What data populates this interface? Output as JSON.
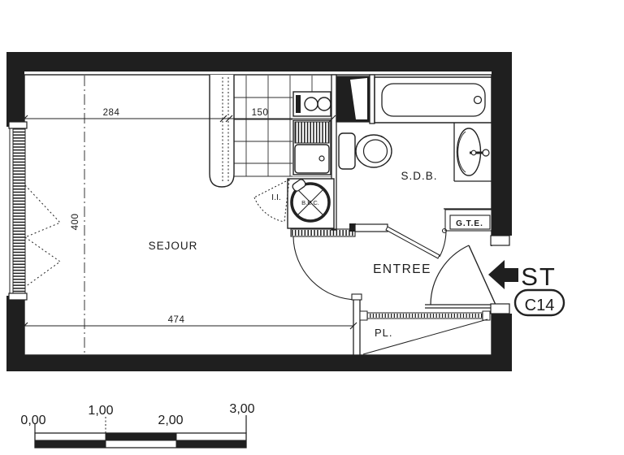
{
  "floorplan": {
    "rooms": {
      "sejour": "SEJOUR",
      "entree": "ENTREE",
      "sdb": "S.D.B.",
      "placard": "PL."
    },
    "annotations": {
      "gte": "G.T.E.",
      "water_heater": "B.E.C.",
      "folding_door": "I.I.",
      "st": "ST",
      "apartment_code": "C14"
    },
    "dimensions": {
      "top_left": "284",
      "top_kitchen": "150",
      "left_height": "400",
      "bottom_width": "474"
    },
    "scale_bar": {
      "labels": [
        "0,00",
        "1,00",
        "2,00",
        "3,00"
      ]
    },
    "colors": {
      "ink": "#1f1f1f",
      "paper": "#ffffff"
    }
  }
}
